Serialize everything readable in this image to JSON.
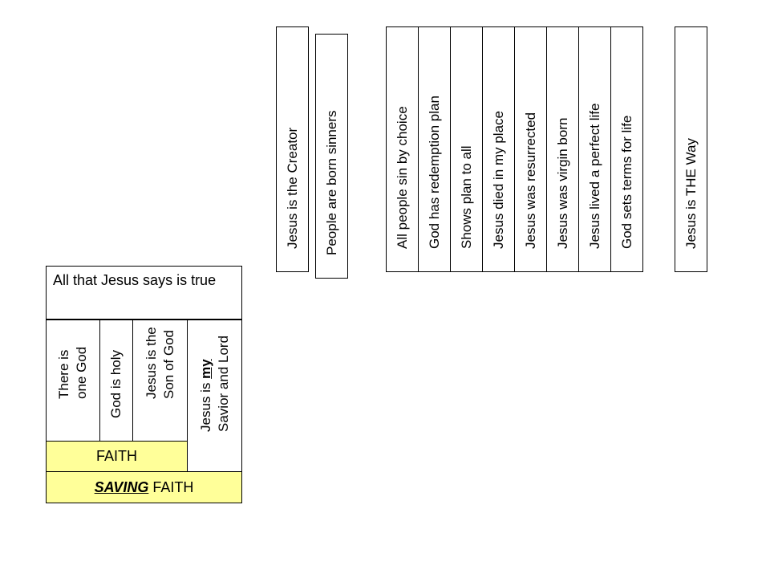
{
  "top_box": {
    "text": "All that Jesus says is true"
  },
  "faith_columns": [
    {
      "line1": "There is",
      "line2": "one God"
    },
    {
      "line1": "God is holy"
    },
    {
      "line1": "Jesus is the",
      "line2": "Son of God"
    },
    {
      "line1_prefix": "Jesus is ",
      "line1_emph": "my",
      "line2": "Savior and Lord"
    }
  ],
  "faith_label": "FAITH",
  "saving_faith": {
    "emph": "SAVING",
    "rest": " FAITH"
  },
  "strips_group1": [
    "Jesus is the Creator",
    "People are born sinners"
  ],
  "strips_group2": [
    "All people sin by choice",
    "God has redemption plan",
    "Shows plan to all",
    "Jesus died in my place",
    "Jesus was resurrected",
    "Jesus was virgin born",
    "Jesus lived a perfect life",
    "God sets terms for life"
  ],
  "strip_way": "Jesus is THE Way",
  "colors": {
    "faith_fill": "#ffff99",
    "border": "#000000"
  }
}
